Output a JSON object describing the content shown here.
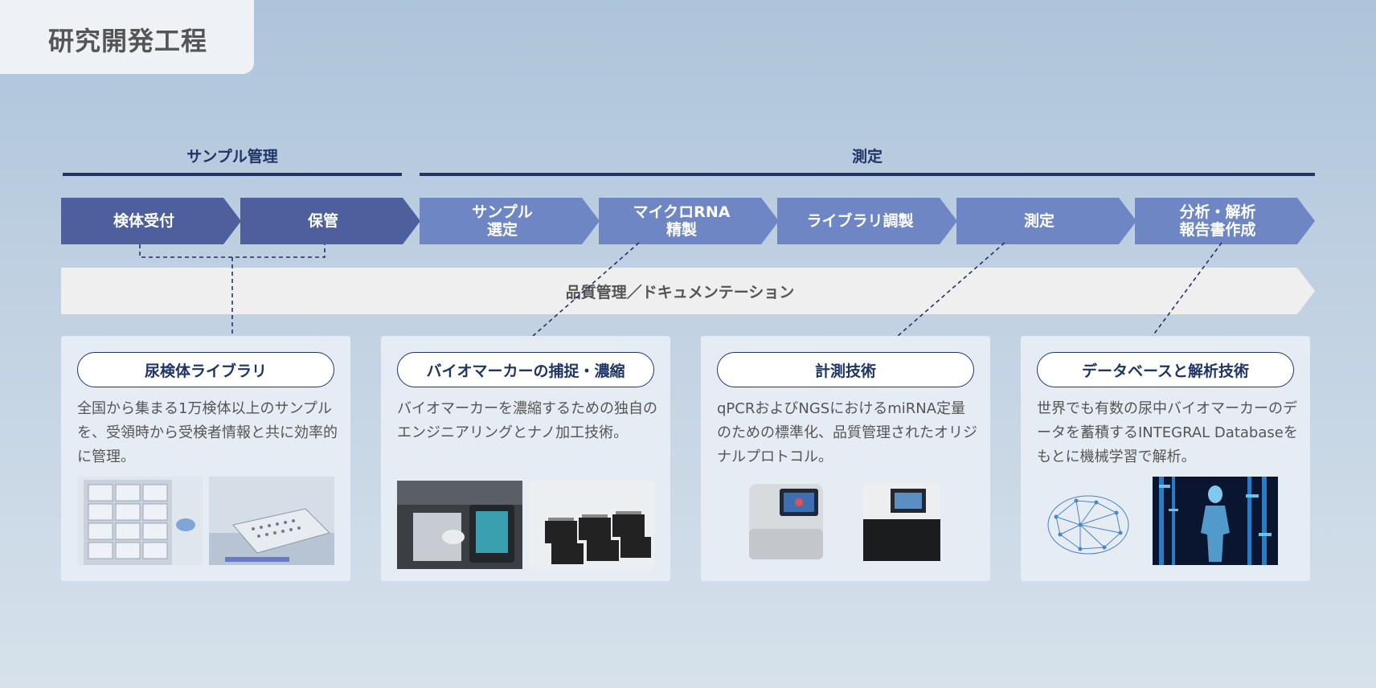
{
  "page": {
    "title": "研究開発工程"
  },
  "groups": [
    {
      "label": "サンプル管理"
    },
    {
      "label": "測定"
    }
  ],
  "steps": [
    {
      "label": "検体受付"
    },
    {
      "label": "保管"
    },
    {
      "label": "サンプル\n選定"
    },
    {
      "label": "マイクロRNA\n精製"
    },
    {
      "label": "ライブラリ調製"
    },
    {
      "label": "測定"
    },
    {
      "label": "分析・解析\n報告書作成"
    }
  ],
  "quality_bar": {
    "label": "品質管理／ドキュメンテーション"
  },
  "cards": [
    {
      "title": "尿検体ライブラリ",
      "text": "全国から集まる1万検体以上のサンプルを、受領時から受検者情報と共に効率的に管理。"
    },
    {
      "title": "バイオマーカーの捕捉・濃縮",
      "text": "バイオマーカーを濃縮するための独自のエンジニアリングとナノ加工技術。"
    },
    {
      "title": "計測技術",
      "text": "qPCRおよびNGSにおけるmiRNA定量のための標準化、品質管理されたオリジナルプロトコル。"
    },
    {
      "title": "データベースと解析技術",
      "text": "世界でも有数の尿中バイオマーカーのデータを蓄積するINTEGRAL Databaseをもとに機械学習で解析。"
    }
  ],
  "colors": {
    "navy": "#1e3565",
    "step_dark": "#4d5f9c",
    "step_light": "#6e86c4"
  }
}
